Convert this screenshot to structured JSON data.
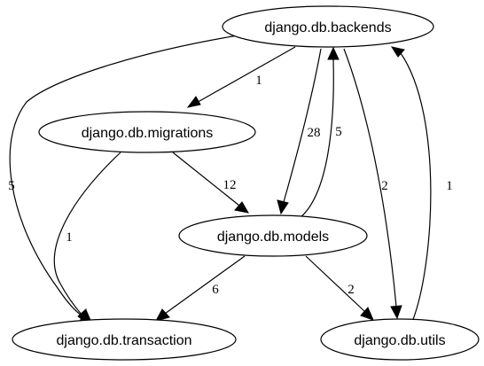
{
  "nodes": [
    {
      "id": "backends",
      "label": "django.db.backends"
    },
    {
      "id": "migrations",
      "label": "django.db.migrations"
    },
    {
      "id": "models",
      "label": "django.db.models"
    },
    {
      "id": "transaction",
      "label": "django.db.transaction"
    },
    {
      "id": "utils",
      "label": "django.db.utils"
    }
  ],
  "edges": [
    {
      "id": "backends-migrations",
      "from": "backends",
      "to": "migrations",
      "label": "1"
    },
    {
      "id": "backends-transaction",
      "from": "backends",
      "to": "transaction",
      "label": "5"
    },
    {
      "id": "backends-models",
      "from": "backends",
      "to": "models",
      "label": "28"
    },
    {
      "id": "models-backends",
      "from": "models",
      "to": "backends",
      "label": "5"
    },
    {
      "id": "backends-utils",
      "from": "backends",
      "to": "utils",
      "label": "2"
    },
    {
      "id": "utils-backends",
      "from": "utils",
      "to": "backends",
      "label": "1"
    },
    {
      "id": "migrations-transaction",
      "from": "migrations",
      "to": "transaction",
      "label": "1"
    },
    {
      "id": "migrations-models",
      "from": "migrations",
      "to": "models",
      "label": "12"
    },
    {
      "id": "models-transaction",
      "from": "models",
      "to": "transaction",
      "label": "6"
    },
    {
      "id": "models-utils",
      "from": "models",
      "to": "utils",
      "label": "2"
    }
  ]
}
